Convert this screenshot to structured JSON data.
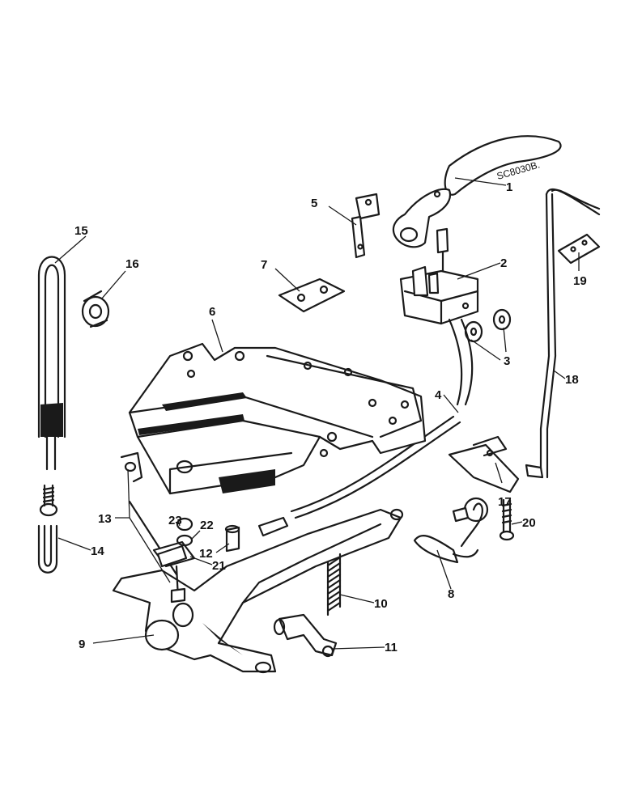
{
  "drawing": {
    "reference": "SC8030B."
  },
  "callouts": [
    {
      "id": "1",
      "label": "1"
    },
    {
      "id": "2",
      "label": "2"
    },
    {
      "id": "3",
      "label": "3"
    },
    {
      "id": "4",
      "label": "4"
    },
    {
      "id": "5",
      "label": "5"
    },
    {
      "id": "6",
      "label": "6"
    },
    {
      "id": "7",
      "label": "7"
    },
    {
      "id": "8",
      "label": "8"
    },
    {
      "id": "9",
      "label": "9"
    },
    {
      "id": "10",
      "label": "10"
    },
    {
      "id": "11",
      "label": "11"
    },
    {
      "id": "12",
      "label": "12"
    },
    {
      "id": "13",
      "label": "13"
    },
    {
      "id": "14",
      "label": "14"
    },
    {
      "id": "15",
      "label": "15"
    },
    {
      "id": "16",
      "label": "16"
    },
    {
      "id": "17",
      "label": "17"
    },
    {
      "id": "18",
      "label": "18"
    },
    {
      "id": "19",
      "label": "19"
    },
    {
      "id": "20",
      "label": "20"
    },
    {
      "id": "21",
      "label": "21"
    },
    {
      "id": "22",
      "label": "22"
    },
    {
      "id": "23",
      "label": "23"
    }
  ]
}
